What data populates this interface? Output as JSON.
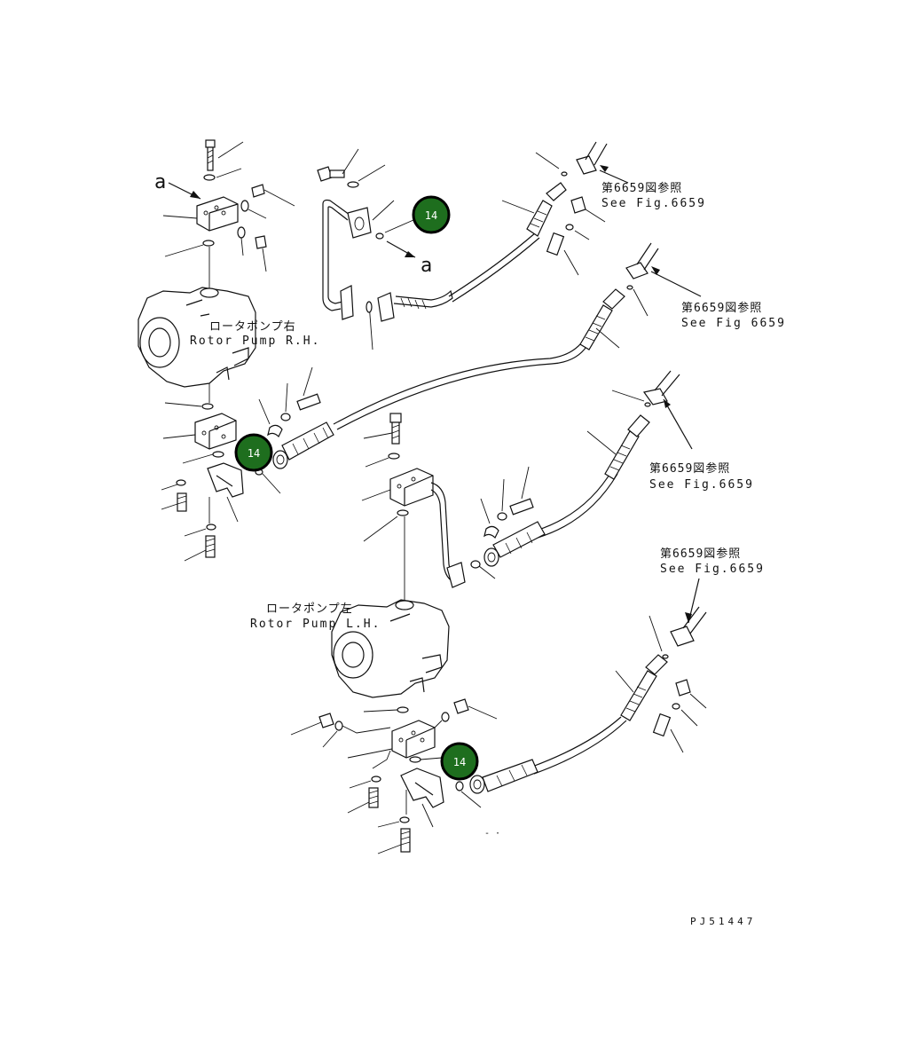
{
  "diagram": {
    "drawing_code": "PJ51447",
    "view_markers": [
      "a",
      "a"
    ],
    "pumps": {
      "right": {
        "jp": "ロータポンプ右",
        "en": "Rotor Pump R.H."
      },
      "left": {
        "jp": "ロータポンプ左",
        "en": "Rotor Pump L.H."
      }
    },
    "references": [
      {
        "jp": "第6659図参照",
        "en": "See Fig.6659"
      },
      {
        "jp": "第6659図参照",
        "en": "See Fig 6659"
      },
      {
        "jp": "第6659図参照",
        "en": "See Fig.6659"
      },
      {
        "jp": "第6659図参照",
        "en": "See Fig.6659"
      }
    ],
    "callouts": [
      "14",
      "14",
      "14"
    ],
    "callout_color": "#1e6e1e"
  }
}
